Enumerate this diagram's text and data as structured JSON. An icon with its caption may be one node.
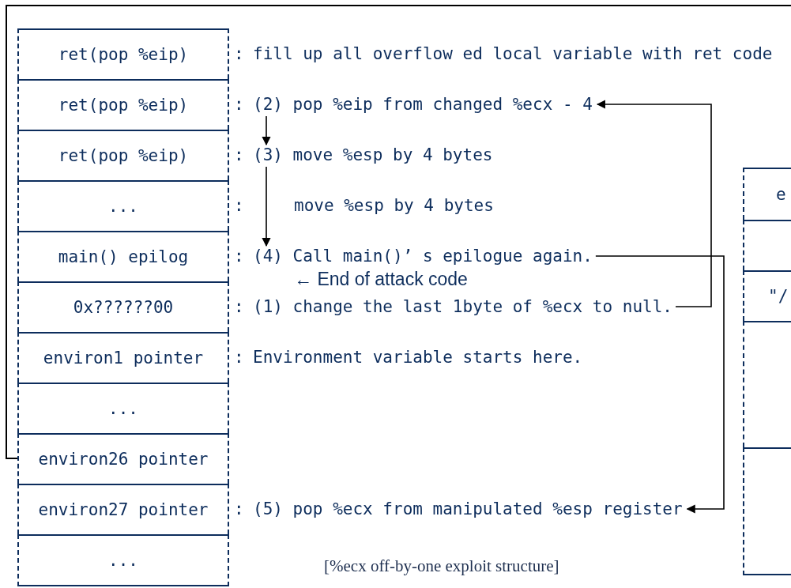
{
  "diagram": {
    "caption": "[%ecx off-by-one exploit structure]",
    "nodes": [
      {
        "text": [
          "ret(pop %eip)"
        ]
      },
      {
        "text": [
          "fill up all overflow ed local variable with ret code"
        ]
      },
      {
        "text": [
          "ret(pop %eip)"
        ]
      },
      {
        "text": [
          "(2) pop %eip from changed %ecx - 4"
        ]
      },
      {
        "text": [
          "ret(pop %eip)"
        ]
      },
      {
        "text": [
          "(3) move %esp by 4 bytes"
        ]
      },
      {
        "text": [
          "..."
        ]
      },
      {
        "text": [
          "move %esp by 4 bytes"
        ]
      },
      {
        "text": [
          "main() epilog"
        ]
      },
      {
        "text": [
          "(4) Call main()’ s epilogue again."
        ]
      },
      {
        "text": [
          "0x??????00"
        ]
      },
      {
        "text": [
          "(1) change the last 1byte of %ecx to null."
        ]
      },
      {
        "text": [
          "environ1 pointer"
        ]
      },
      {
        "text": [
          "Environment variable starts here."
        ]
      },
      {
        "text": [
          "..."
        ]
      },
      {
        "text": [
          "environ26 pointer"
        ]
      },
      {
        "text": [
          "environ27 pointer"
        ]
      },
      {
        "text": [
          "(5) pop %ecx from manipulated %esp register"
        ]
      },
      {
        "text": [
          "..."
        ]
      },
      {
        "text": [
          "e"
        ]
      },
      {
        "text": [],
        "shape": "box"
      },
      {
        "text": [
          "\"/"
        ]
      },
      {
        "text": [],
        "shape": "box"
      },
      {
        "text": [],
        "shape": "box"
      }
    ],
    "edges": [
      {
        "from": 3,
        "to": 5,
        "arrow": "to"
      },
      {
        "from": 5,
        "to": 9,
        "arrow": "to"
      },
      {
        "from": 11,
        "to": 3,
        "arrow": "to"
      },
      {
        "from": 9,
        "to": 17,
        "arrow": "to"
      }
    ],
    "labels": [
      ":",
      ":",
      ":",
      ":",
      ":",
      "← End of attack code",
      ":",
      ":",
      ":"
    ]
  }
}
